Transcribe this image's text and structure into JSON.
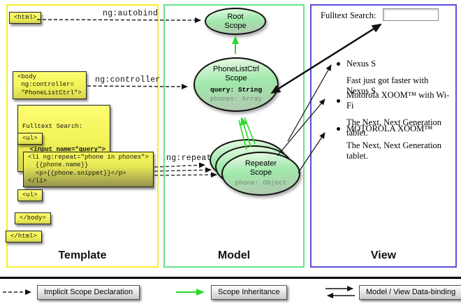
{
  "columns": {
    "template": {
      "label": "Template"
    },
    "model": {
      "label": "Model"
    },
    "view": {
      "label": "View"
    }
  },
  "template_code": {
    "html_open": "<html>",
    "body_open": "<body\n ng:controller=\n \"PhoneListCtrl\">",
    "fulltext_label": "Fulltext Search:",
    "fulltext_input": "  <input name=\"query\">",
    "ul_open": "<ul>",
    "li_block": "<li ng:repeat=\"phone in phones\">\n  {{phone.name}}\n  <p>{{phone.snippet}}</p>\n</li>",
    "ul_close": "<ul>",
    "body_close": "</body>",
    "html_close": "</html>"
  },
  "annotations": {
    "autobind": "ng:autobind",
    "controller": "ng:controller",
    "repeat": "ng:repeat"
  },
  "scopes": {
    "root": {
      "title": "Root\nScope"
    },
    "phonelist": {
      "title": "PhoneListCtrl\nScope",
      "prop_query": "query: String",
      "prop_phones": "phones: Array"
    },
    "repeater": {
      "title": "Repeater\nScope",
      "prop_phone": "phone: Object"
    }
  },
  "view": {
    "search_label": "Fulltext Search:",
    "search_value": "",
    "items": [
      {
        "title": "Nexus S",
        "desc": "Fast just got faster with Nexus S."
      },
      {
        "title": "Motorola XOOM™  with Wi-Fi",
        "desc": "The Next, Next Generation tablet."
      },
      {
        "title": "MOTOROLA XOOM™",
        "desc": "The Next, Next Generation tablet."
      }
    ]
  },
  "legend": [
    {
      "label": "Implicit Scope Declaration",
      "arrow": "dashed-black"
    },
    {
      "label": "Scope Inheritance",
      "arrow": "green"
    },
    {
      "label": "Model / View Data-binding",
      "arrow": "double-black"
    }
  ],
  "colors": {
    "template_border": "#f3ef29",
    "model_border": "#61e38b",
    "view_border": "#584fd8",
    "scope_fill_mid": "#a0e8ab",
    "code_box_fill": "#f2f258",
    "green_arrow": "#2bd82b",
    "arrow_black": "#111111"
  }
}
